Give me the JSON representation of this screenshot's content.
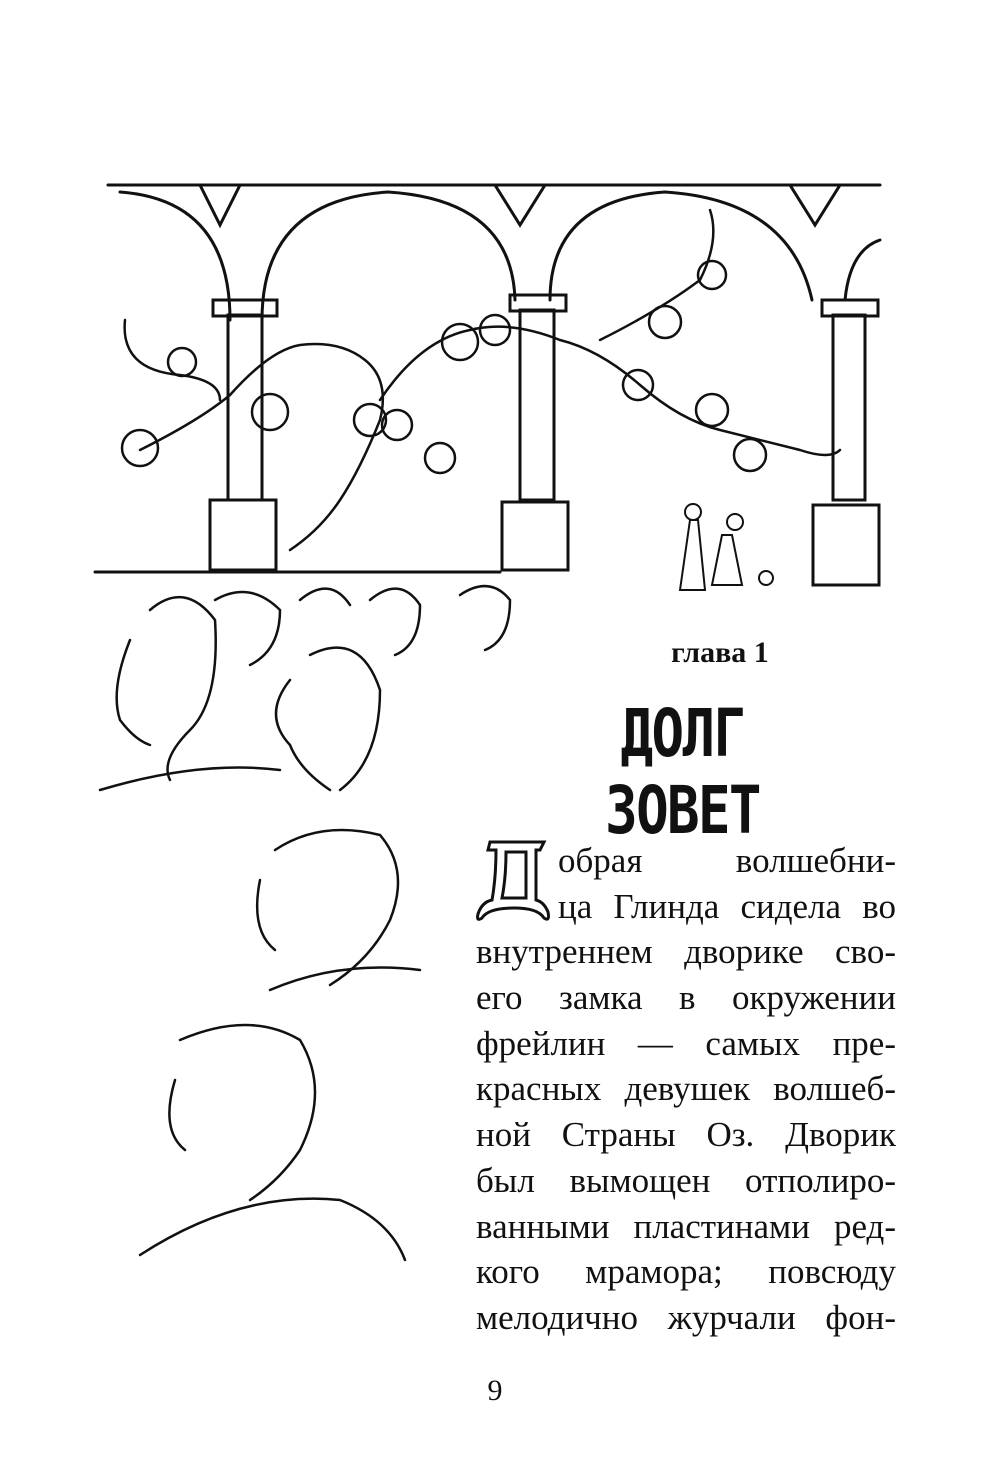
{
  "chapter": {
    "label": "глава 1",
    "title": "Долг зовет"
  },
  "body": {
    "drop_cap": "Д",
    "lines": [
      "обрая волшебни-",
      "ца Глинда сидела во",
      "внутреннем дворике сво-",
      "его замка в окружении",
      "фрейлин — самых пре-",
      "красных девушек волшеб-",
      "ной Страны Оз. Дворик",
      "был вымощен отполиро-",
      "ванными пластинами ред-",
      "кого мрамора; повсюду",
      "мелодично журчали фон-"
    ]
  },
  "page_number": "9"
}
